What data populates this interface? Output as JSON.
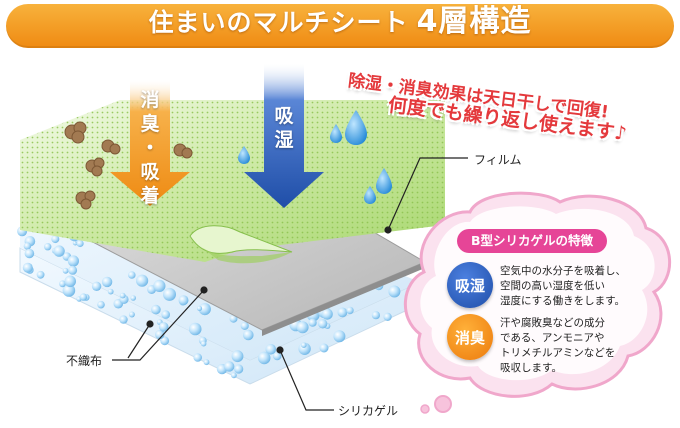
{
  "banner": {
    "title": "住まいのマルチシート",
    "title_emphasis": "4層構造",
    "color_start": "#f8b23c",
    "color_end": "#ef8a12"
  },
  "promo": {
    "line1": "除湿・消臭効果は天日干しで回復!",
    "line2": "何度でも繰り返し使えます♪",
    "color": "#e4393c"
  },
  "arrows": {
    "deodorize_label": "消臭・吸着",
    "absorb_label": "吸湿",
    "deodorize_color": "#f39a1f",
    "absorb_color": "#2f5fb8"
  },
  "callouts": {
    "film": "フィルム",
    "nonwoven": "不織布",
    "silica": "シリカゲル"
  },
  "bubble": {
    "title": "B型シリカゲルの特徴",
    "color": "#e64597",
    "features": [
      {
        "badge": "吸湿",
        "lines": [
          "空気中の水分子を吸着し、",
          "空間の高い湿度を低い",
          "湿度にする働きをします。"
        ]
      },
      {
        "badge": "消臭",
        "lines": [
          "汗や腐敗臭などの成分",
          "である、アンモニアや",
          "トリメチルアミンなどを",
          "吸収します。"
        ]
      }
    ]
  }
}
